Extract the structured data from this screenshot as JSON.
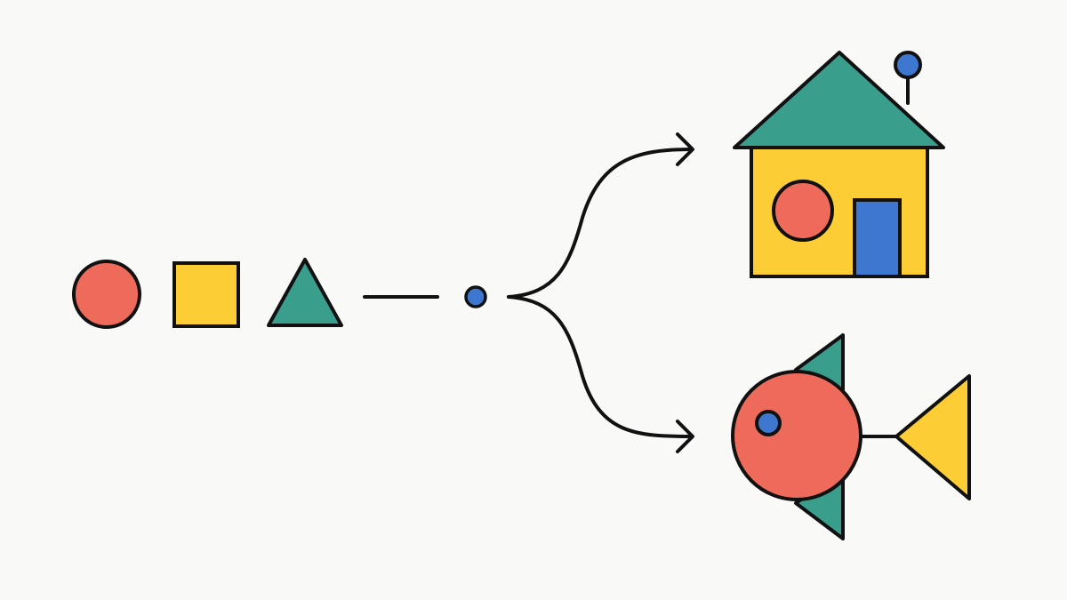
{
  "palette": {
    "background": "#f9f9f8",
    "outline": "#111111",
    "red": "#ee6a5b",
    "yellow": "#fccd35",
    "teal": "#3a9e8c",
    "blue": "#3d77cf"
  },
  "diagram": {
    "inputs": [
      {
        "shape": "circle",
        "color": "red"
      },
      {
        "shape": "square",
        "color": "yellow"
      },
      {
        "shape": "triangle",
        "color": "teal"
      }
    ],
    "connector": "line",
    "node": {
      "shape": "dot",
      "color": "blue"
    },
    "branches": 2,
    "outputs": [
      {
        "name": "house",
        "parts": {
          "roof": "teal",
          "walls": "yellow",
          "window": "red",
          "door": "blue",
          "antenna": "blue"
        }
      },
      {
        "name": "fish",
        "parts": {
          "body": "red",
          "eye": "blue",
          "fins": "teal",
          "tail": "yellow"
        }
      }
    ]
  }
}
